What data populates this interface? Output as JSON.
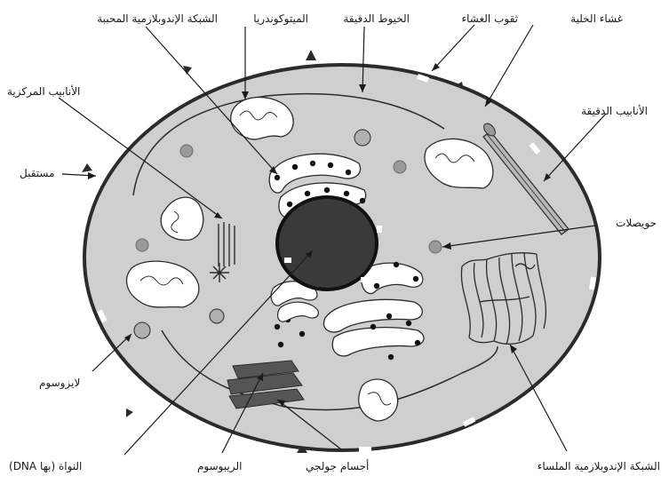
{
  "labels": {
    "cell_membrane": "غشاء الخلية",
    "membrane_pores": "ثقوب الغشاء",
    "microfilaments_top": "الخيوط الدقيقة",
    "mitochondria": "الميتوكوندريا",
    "rough_er": "الشبكة الإندوبلازمية المحببة",
    "centrioles": "الأنابيب المركزية",
    "microtubules": "الأنابيب الدقيقة",
    "receptor": "مستقبل",
    "vesicles": "حويصلات",
    "lysosome": "لايزوسوم",
    "nucleus": "النواة (بها DNA)",
    "ribosome": "الريبوسوم",
    "golgi": "أجسام جولجي",
    "smooth_er": "الشبكة الإندوبلازمية الملساء"
  },
  "colors": {
    "cytoplasm": "#cfcfcf",
    "membrane": "#2b2b2b",
    "nucleus": "#3a3a3a",
    "golgi": "#555555",
    "vesicle": "#9a9a9a",
    "organelle_fill": "#ffffff"
  }
}
